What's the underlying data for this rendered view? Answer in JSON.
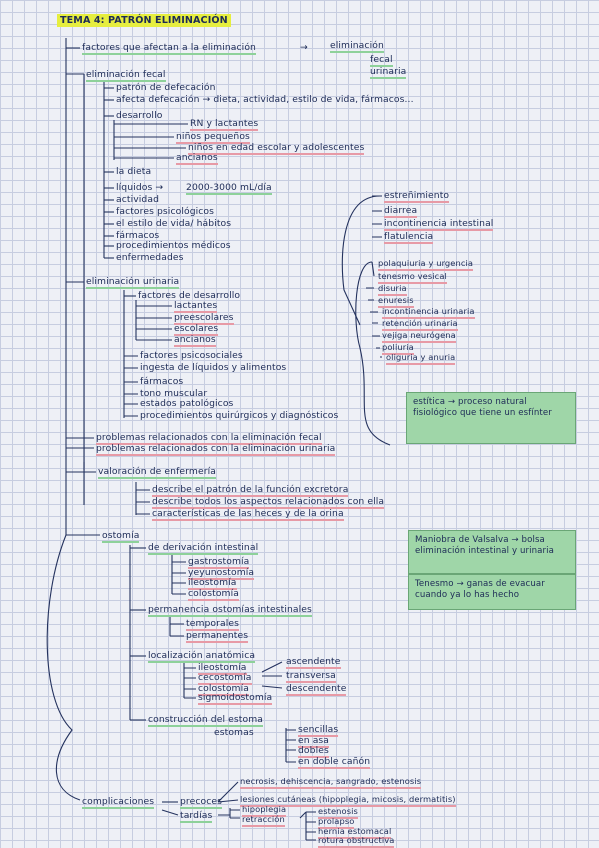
{
  "title": "TEMA 4: PATRÓN ELIMINACIÓN",
  "colors": {
    "paper": "#eef0f6",
    "ink": "#1d2b56",
    "highlight": "#e6ee3f",
    "green": "#8ed19a",
    "pink": "#e79aa6",
    "box": "#9fd6a8"
  },
  "top": {
    "factores": "factores que afectan a la eliminación",
    "eliminacion": "eliminación",
    "fecal": "fecal",
    "urinaria": "urinaria"
  },
  "fecal": {
    "heading": "eliminación fecal",
    "patron": "patrón de defecación",
    "afecta": "afecta defecación → dieta, actividad, estilo de vida, fármacos...",
    "desarrollo": "desarrollo",
    "desarrollo_items": [
      "RN y lactantes",
      "niños pequeños",
      "niños en edad escolar y adolescentes",
      "ancianos"
    ],
    "dieta": "la dieta",
    "liquidos": "líquidos →",
    "liquidos_val": "2000-3000 mL/día",
    "items": [
      "actividad",
      "factores psicológicos",
      "el estilo de vida/ hábitos",
      "fármacos",
      "procedimientos médicos",
      "enfermedades"
    ]
  },
  "right_fecal": [
    "estreñimiento",
    "diarrea",
    "incontinencia intestinal",
    "flatulencia"
  ],
  "right_urin": [
    "polaquiuria y urgencia",
    "tenesmo vesical",
    "disuria",
    "enuresis",
    "incontinencia urinaria",
    "retención urinaria",
    "vejiga neurógena",
    "poliuria",
    "oliguria y anuria"
  ],
  "box1": "estítica → proceso natural fisiológico que tiene un esfínter",
  "box2": "Maniobra de Valsalva → bolsa eliminación intestinal y urinaria",
  "box3": "Tenesmo → ganas de evacuar cuando ya lo has hecho",
  "urinaria": {
    "heading": "eliminación urinaria",
    "desarrollo": "factores de desarrollo",
    "desarrollo_items": [
      "lactantes",
      "preescolares",
      "escolares",
      "ancianos"
    ],
    "items": [
      "factores psicosociales",
      "ingesta de líquidos y alimentos",
      "fármacos",
      "tono muscular",
      "estados patológicos",
      "procedimientos quirúrgicos y diagnósticos"
    ]
  },
  "problemas": [
    "problemas relacionados con la eliminación fecal",
    "problemas relacionados con la eliminación urinaria"
  ],
  "valoracion": {
    "heading": "valoración de enfermería",
    "items": [
      "describe el patrón de la función excretora",
      "describe todos los aspectos relacionados con ella",
      "características de las heces y de la orina"
    ]
  },
  "ostomia": {
    "heading": "ostomía",
    "duracion": "de derivación intestinal",
    "duracion_items": [
      "gastrostomía",
      "yeyunostomía",
      "ileostomía",
      "colostomía"
    ],
    "permanencia": "permanencia ostomías intestinales",
    "permanencia_items": [
      "temporales",
      "permanentes"
    ],
    "localizacion": "localización anatómica",
    "localizacion_items": [
      "ileostomía",
      "cecostomía",
      "colostomía",
      "sigmoidostomía"
    ],
    "colon_items": [
      "ascendente",
      "transversa",
      "descendente"
    ],
    "construccion": "construcción del estoma",
    "estomas": "estomas",
    "estoma_items": [
      "sencillas",
      "en asa",
      "dobles",
      "en doble cañón"
    ]
  },
  "complicaciones": {
    "heading": "complicaciones",
    "precoces": "precoces",
    "tardias": "tardías",
    "precoces_items": [
      "necrosis, dehiscencia, sangrado, estenosis",
      "lesiones cutáneas (hipoplegia, micosis, dermatitis)"
    ],
    "tardias_items": [
      "hipoplegia",
      "retracción"
    ],
    "tardias_sub": [
      "estenosis",
      "prolapso",
      "hernia estomacal",
      "rotura obstructiva"
    ]
  }
}
